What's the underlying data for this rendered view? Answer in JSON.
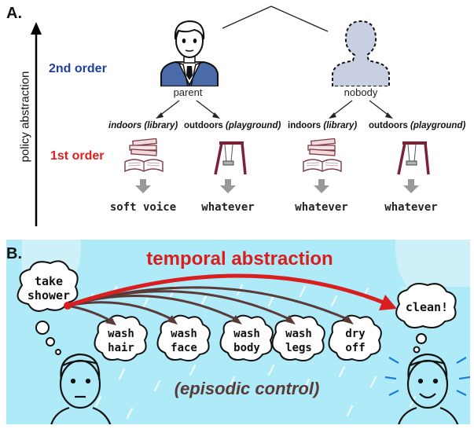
{
  "panel_a": {
    "label": "A.",
    "axis_label": "policy abstraction",
    "order2_label": "2nd order",
    "order1_label": "1st order",
    "order2_color": "#1f3f9e",
    "order1_color": "#e02020",
    "agents": [
      {
        "name": "parent",
        "icon": "parent-icon"
      },
      {
        "name": "nobody",
        "icon": "ghost-person-icon"
      }
    ],
    "contexts": [
      {
        "main": "indoors ",
        "paren": "(library)",
        "icon": "books-icon",
        "action": "soft voice"
      },
      {
        "main": "outdoors ",
        "paren": "(playground)",
        "icon": "swing-icon",
        "action": "whatever"
      },
      {
        "main": "indoors ",
        "paren": "(library)",
        "icon": "books-icon",
        "action": "whatever"
      },
      {
        "main": "outdoors ",
        "paren": "(playground)",
        "icon": "swing-icon",
        "action": "whatever"
      }
    ]
  },
  "panel_b": {
    "label": "B.",
    "title": "temporal abstraction",
    "title_color": "#d81e1e",
    "start_bubble": [
      "take",
      "shower"
    ],
    "end_bubble": "clean!",
    "steps": [
      [
        "wash",
        "hair"
      ],
      [
        "wash",
        "face"
      ],
      [
        "wash",
        "body"
      ],
      [
        "wash",
        "legs"
      ],
      [
        "dry",
        "off"
      ]
    ],
    "caption": "(episodic control)",
    "background_color": "#aeeaf7"
  }
}
